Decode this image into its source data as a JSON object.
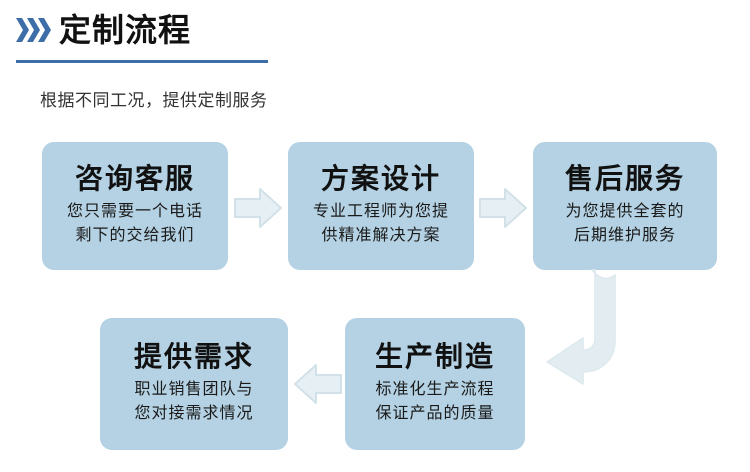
{
  "header": {
    "title": "定制流程",
    "chevron_icon": "chevron-right-icon",
    "chevron_count": 3,
    "accent_color": "#3d6ea8",
    "rule_color": "#3d6ea8",
    "subtitle": "根据不同工况，提供定制服务"
  },
  "theme": {
    "card_background": "#b4d2e3",
    "card_title_color": "#111111",
    "card_body_color": "#1a1a1a",
    "arrow_fill": "#e3edf1",
    "arrow_stroke": "#d3e2e9",
    "page_background": "#ffffff"
  },
  "flow": {
    "steps": [
      {
        "id": "card-1",
        "title": "咨询客服",
        "lines": [
          "您只需要一个电话",
          "剩下的交给我们"
        ]
      },
      {
        "id": "card-2",
        "title": "方案设计",
        "lines": [
          "专业工程师为您提",
          "供精准解决方案"
        ]
      },
      {
        "id": "card-3",
        "title": "售后服务",
        "lines": [
          "为您提供全套的",
          "后期维护服务"
        ]
      },
      {
        "id": "card-4",
        "title": "提供需求",
        "lines": [
          "职业销售团队与",
          "您对接需求情况"
        ]
      },
      {
        "id": "card-5",
        "title": "生产制造",
        "lines": [
          "标准化生产流程",
          "保证产品的质量"
        ]
      }
    ],
    "connectors": [
      {
        "id": "arrow-1",
        "icon": "arrow-right-icon",
        "direction": "right",
        "from": "card-1",
        "to": "card-2"
      },
      {
        "id": "arrow-2",
        "icon": "arrow-right-icon",
        "direction": "right",
        "from": "card-2",
        "to": "card-3"
      },
      {
        "id": "arrow-uturn",
        "icon": "arrow-uturn-down-left-icon",
        "direction": "down-left",
        "from": "card-3",
        "to": "card-5"
      },
      {
        "id": "arrow-4",
        "icon": "arrow-left-icon",
        "direction": "left",
        "from": "card-5",
        "to": "card-4"
      }
    ]
  }
}
